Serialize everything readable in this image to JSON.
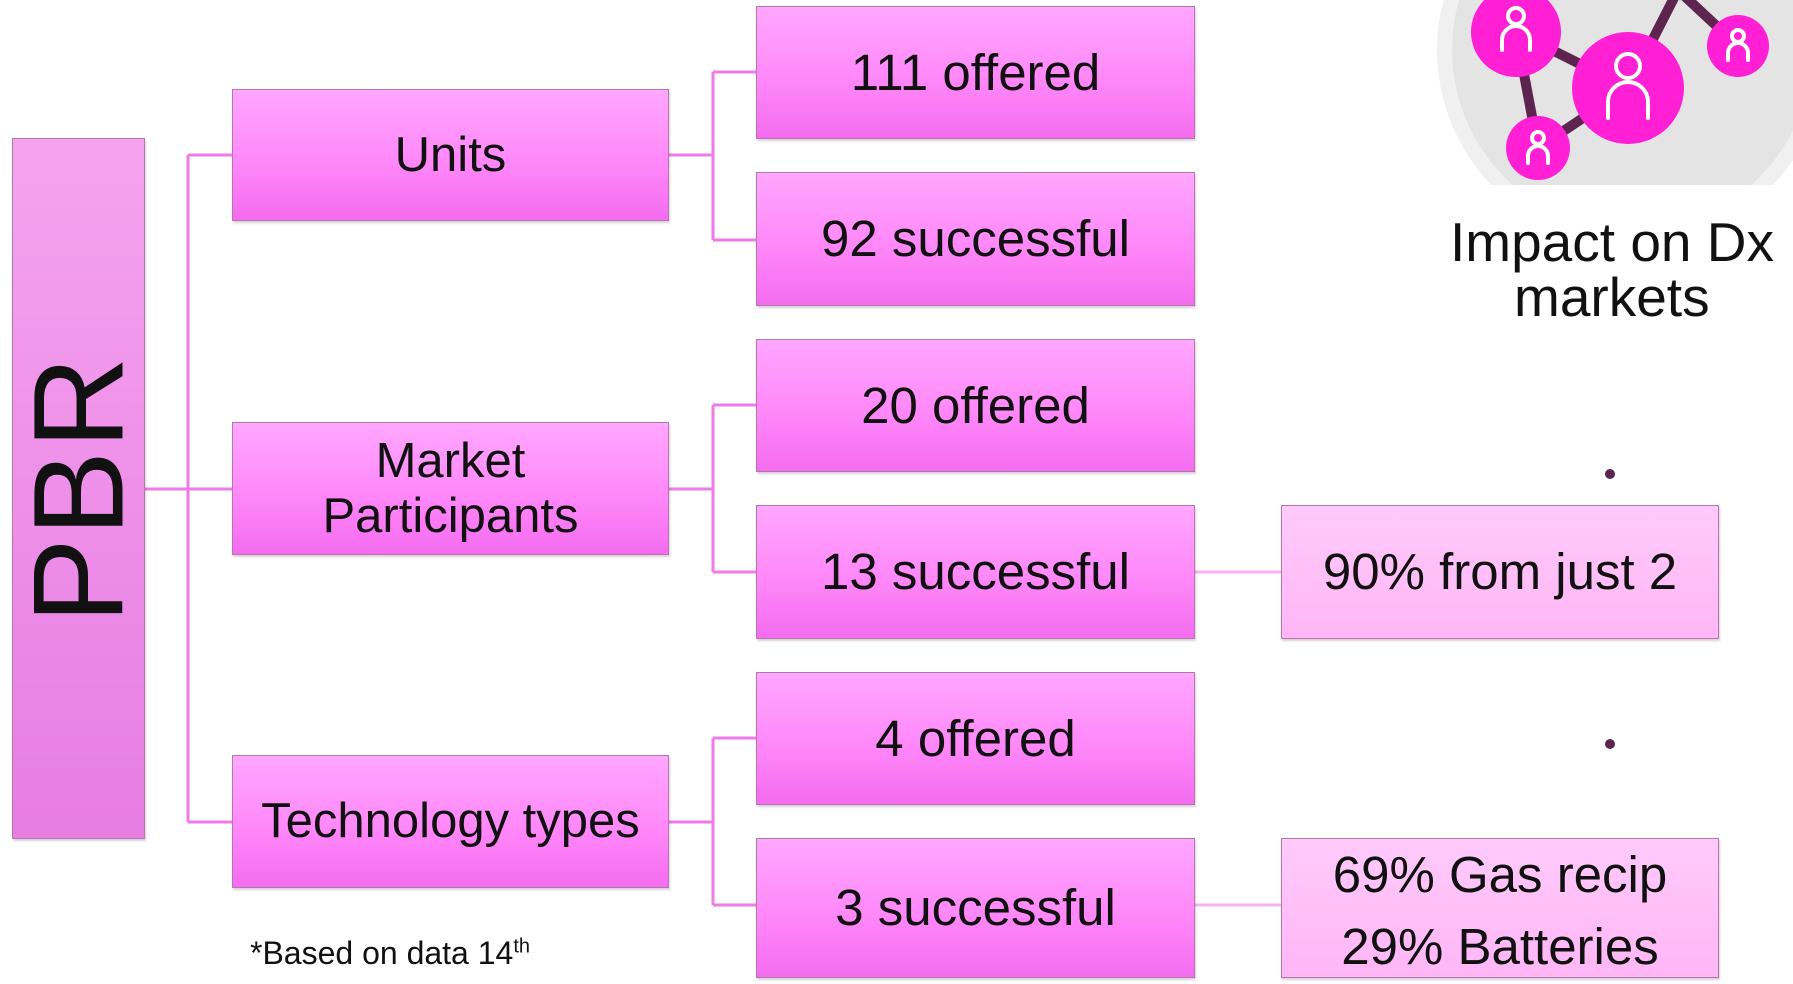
{
  "root": {
    "label": "PBR"
  },
  "branches": [
    {
      "label": "Units",
      "children": [
        "111 offered",
        "92 successful"
      ]
    },
    {
      "label": "Market Participants",
      "children": [
        "20 offered",
        "13 successful"
      ]
    },
    {
      "label": "Technology types",
      "children": [
        "4 offered",
        "3 successful"
      ]
    }
  ],
  "details": {
    "participants_successful": "90% from just 2",
    "tech_successful_line1": "69% Gas recip",
    "tech_successful_line2": "29% Batteries"
  },
  "side_panel": {
    "title_line1": "Impact on Dx",
    "title_line2": "markets"
  },
  "footnote": {
    "text": "*Based on data 14",
    "sup": "th"
  },
  "icons": [
    "people-network-icon",
    "person-icon"
  ],
  "colors": {
    "node_pink": "#ff88f9",
    "node_pale": "#ffb6f6",
    "connector": "#f07ae8",
    "network_dark": "#5e2450",
    "circle_bg": "#e6e6e6"
  }
}
